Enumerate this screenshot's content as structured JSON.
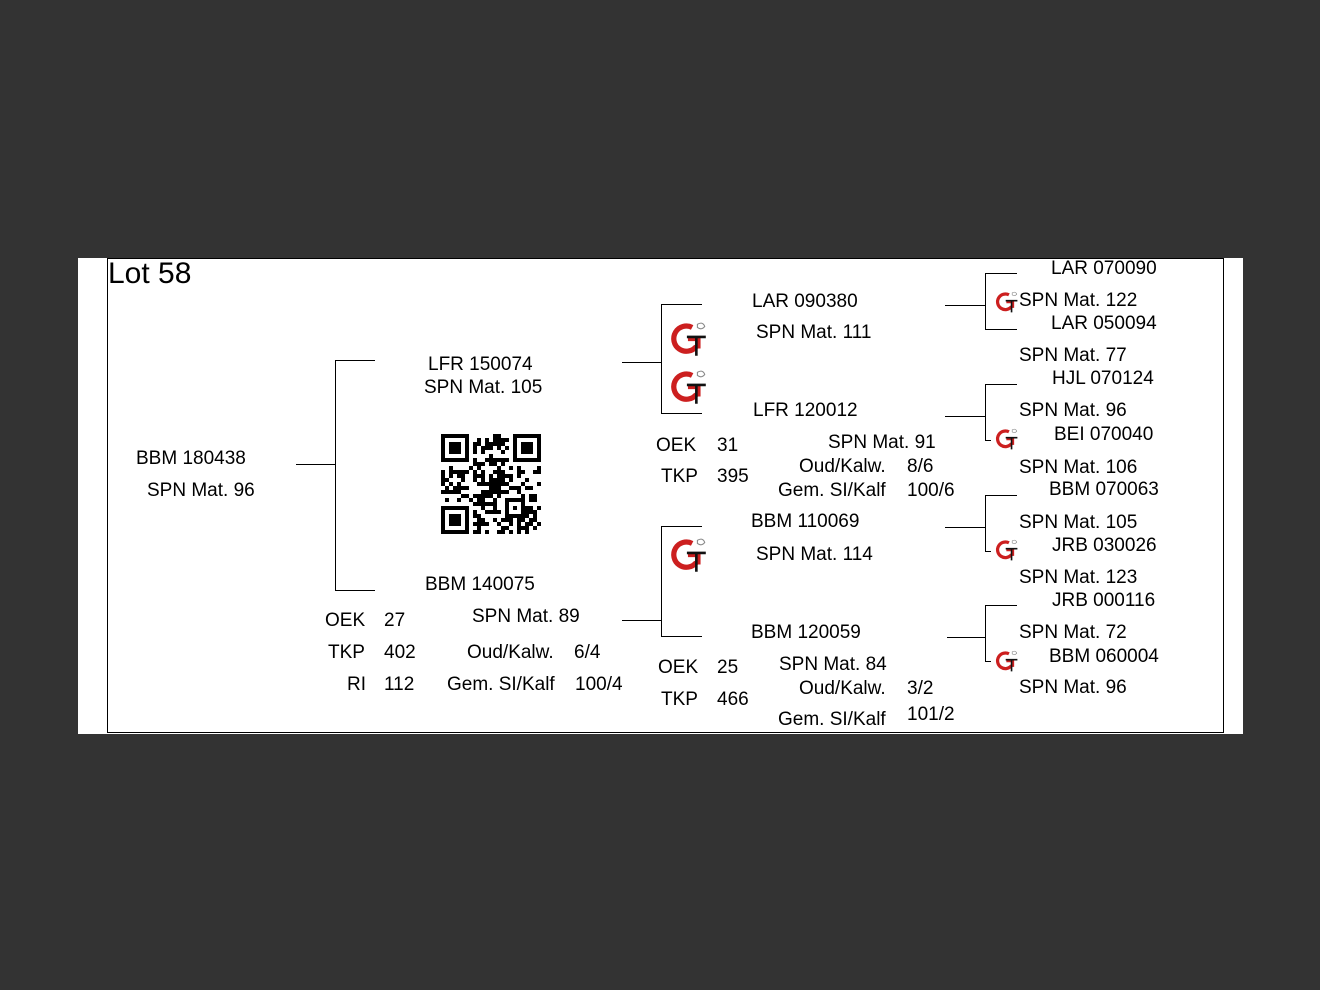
{
  "lot_title": "Lot 58",
  "colors": {
    "logo_red": "#cc1f1f",
    "page_background": "#333333",
    "paper": "#ffffff"
  },
  "icons": {
    "logo": "gt-logo-icon",
    "code": "qr-code-icon"
  },
  "animal": {
    "code": "BBM 180438",
    "spn": "SPN Mat. 96"
  },
  "sire": {
    "code": "LFR 150074",
    "spn": "SPN Mat. 105"
  },
  "dam": {
    "code": "BBM 140075",
    "spn": "SPN Mat. 89",
    "oek_label": "OEK",
    "oek": "27",
    "tkp_label": "TKP",
    "tkp": "402",
    "ri_label": "RI",
    "ri": "112",
    "oud_label": "Oud/Kalw.",
    "oud": "6/4",
    "gem_label": "Gem. SI/Kalf",
    "gem": "100/4"
  },
  "sire_sire": {
    "code": "LAR 090380",
    "spn": "SPN Mat. 111"
  },
  "sire_dam": {
    "code": "LFR 120012",
    "spn": "SPN Mat. 91",
    "oek_label": "OEK",
    "oek": "31",
    "tkp_label": "TKP",
    "tkp": "395",
    "oud_label": "Oud/Kalw.",
    "oud": "8/6",
    "gem_label": "Gem. SI/Kalf",
    "gem": "100/6"
  },
  "dam_sire": {
    "code": "BBM 110069",
    "spn": "SPN Mat. 114"
  },
  "dam_dam": {
    "code": "BBM 120059",
    "spn": "SPN Mat. 84",
    "oek_label": "OEK",
    "oek": "25",
    "tkp_label": "TKP",
    "tkp": "466",
    "oud_label": "Oud/Kalw.",
    "oud": "3/2",
    "gem_label": "Gem. SI/Kalf",
    "gem": "101/2"
  },
  "gen3": [
    {
      "code": "LAR 070090",
      "spn": "SPN Mat. 122"
    },
    {
      "code": "LAR 050094",
      "spn": "SPN Mat. 77"
    },
    {
      "code": "HJL 070124",
      "spn": "SPN Mat. 96"
    },
    {
      "code": "BEI 070040",
      "spn": "SPN Mat. 106"
    },
    {
      "code": "BBM 070063",
      "spn": "SPN Mat. 105"
    },
    {
      "code": "JRB 030026",
      "spn": "SPN Mat. 123"
    },
    {
      "code": "JRB 000116",
      "spn": "SPN Mat. 72"
    },
    {
      "code": "BBM 060004",
      "spn": "SPN Mat. 96"
    }
  ]
}
